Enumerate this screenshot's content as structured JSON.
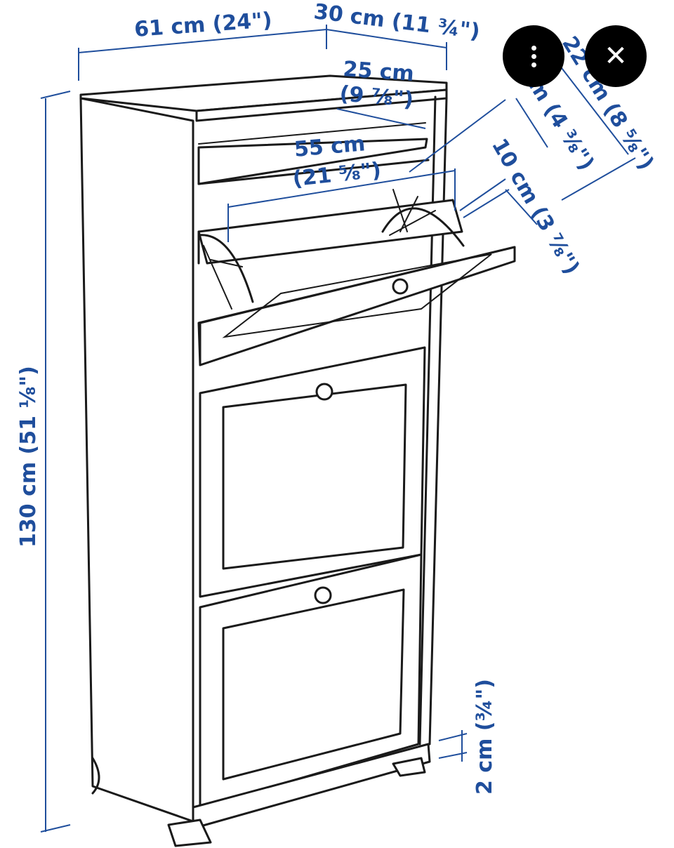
{
  "diagram": {
    "dimensions": {
      "width_61": "61 cm (24\")",
      "depth_30": "30 cm (11 ¾\")",
      "shelf_25_cm": "25 cm",
      "shelf_25_in": "(9 ⅞\")",
      "inner_55_cm": "55 cm",
      "inner_55_in": "(21 ⅝\")",
      "depth_22": "22 cm (8 ⅝\")",
      "depth_11_partial": "m (4 ⅜\")",
      "depth_10": "10 cm (3 ⅞\")",
      "height_130": "130 cm (51 ⅛\")",
      "plinth_2": "2 cm (¾\")"
    }
  },
  "overlay": {
    "more_glyph": "⋮",
    "close_glyph": "✕"
  },
  "icons": {
    "more": "more-options-icon",
    "close": "close-icon"
  },
  "colors": {
    "dimension": "#1f4e9c",
    "line_art": "#1a1a1a",
    "button_bg": "#000000"
  }
}
